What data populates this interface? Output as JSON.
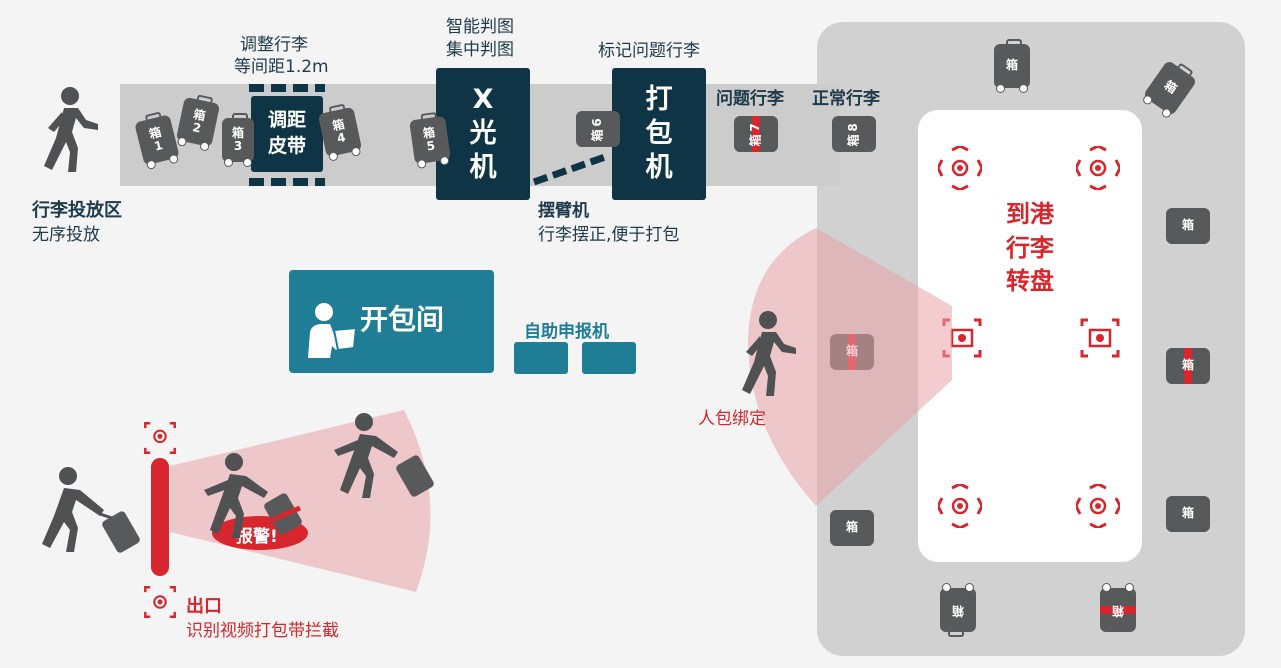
{
  "belt": {
    "adjust_title": "调整行李",
    "adjust_sub": "等间距1.2m",
    "adjust_box": [
      "调距",
      "皮带"
    ],
    "xray_title": "智能判图",
    "xray_sub": "集中判图",
    "xray_box": [
      "X",
      "光",
      "机"
    ],
    "mark_title": "标记问题行李",
    "pack_box": [
      "打",
      "包",
      "机"
    ],
    "problem_bag": "问题行李",
    "normal_bag": "正常行李",
    "arm_title": "摆臂机",
    "arm_sub": "行李摆正,便于打包"
  },
  "dropoff": {
    "title": "行李投放区",
    "sub": "无序投放"
  },
  "bags": [
    {
      "char": "箱",
      "num": "1"
    },
    {
      "char": "箱",
      "num": "2"
    },
    {
      "char": "箱",
      "num": "3"
    },
    {
      "char": "箱",
      "num": "4"
    },
    {
      "char": "箱",
      "num": "5"
    },
    {
      "char": "箱",
      "num": "6"
    },
    {
      "char": "箱",
      "num": "7"
    },
    {
      "char": "箱",
      "num": "8"
    }
  ],
  "carousel_bag": "箱",
  "unpack_room": "开包间",
  "kiosk": "自助申报机",
  "carousel": [
    "到港",
    "行李",
    "转盘"
  ],
  "bind_label": "人包绑定",
  "alarm": "报警!",
  "exit_title": "出口",
  "exit_sub": "识别视频打包带拦截",
  "colors": {
    "dark": "#0e3446",
    "teal": "#1f7d96",
    "red": "#d7262d",
    "grey_zone": "#d1d1d1",
    "belt": "#cccccc",
    "bag": "#58595b",
    "figure": "#505152"
  }
}
